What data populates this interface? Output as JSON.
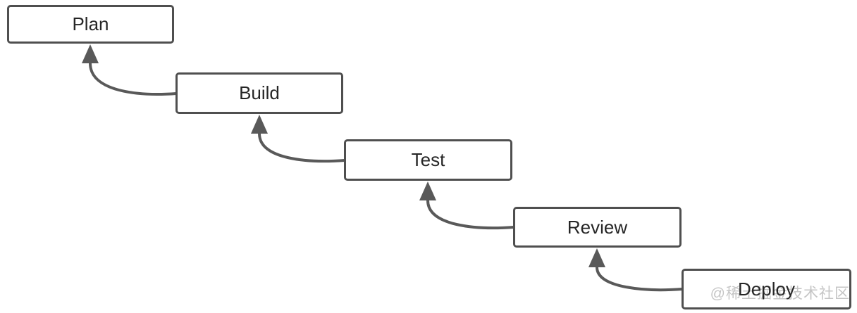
{
  "diagram": {
    "type": "flow-staircase",
    "nodes": [
      {
        "id": "plan",
        "label": "Plan"
      },
      {
        "id": "build",
        "label": "Build"
      },
      {
        "id": "test",
        "label": "Test"
      },
      {
        "id": "review",
        "label": "Review"
      },
      {
        "id": "deploy",
        "label": "Deploy"
      }
    ],
    "connections": [
      {
        "from": "build",
        "to": "plan",
        "arrow": "up"
      },
      {
        "from": "test",
        "to": "build",
        "arrow": "up"
      },
      {
        "from": "review",
        "to": "test",
        "arrow": "up"
      },
      {
        "from": "deploy",
        "to": "review",
        "arrow": "up"
      }
    ],
    "colors": {
      "background": "#ffffff",
      "node_border": "#4f4f4f",
      "node_text": "#262626",
      "connector": "#595959",
      "watermark": "#c5c5c5"
    }
  },
  "watermark": {
    "text": "@稀土掘金技术社区"
  }
}
